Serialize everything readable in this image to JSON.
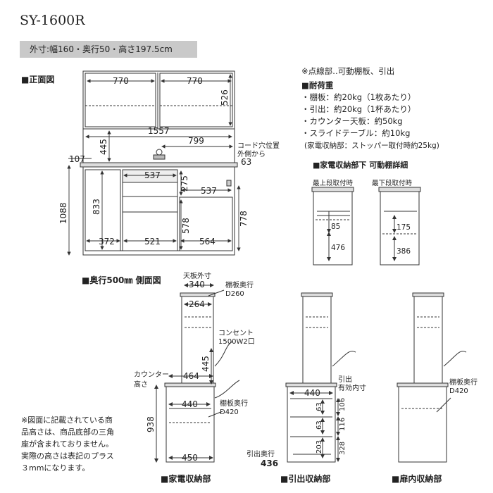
{
  "header": {
    "model": "SY-1600R",
    "dimensions": "外寸:幅160・奥行50・高さ197.5cm"
  },
  "front_view": {
    "title": "■正面図",
    "labels": {
      "w770a": "770",
      "w770b": "770",
      "h526": "526",
      "w1557": "1557",
      "h445": "445",
      "w799": "799",
      "w107": "107",
      "w537a": "537",
      "h275": "275",
      "w537b": "537",
      "h1088": "1088",
      "h833": "833",
      "h578": "578",
      "h778": "778",
      "w372": "372",
      "w521": "521",
      "w564": "564",
      "h63": "63",
      "cord_hole": "コード穴位置",
      "cord_hole2": "外側から"
    }
  },
  "notes": {
    "dotted": "※点線部‥可動棚板、引出",
    "load_title": "■耐荷重",
    "loads": [
      "・棚板：約20kg（1枚あたり）",
      "・引出：約20kg（1杯あたり）",
      "・カウンター天板：約50kg",
      "・スライドテーブル：約10kg"
    ],
    "stopper": "(家電収納部：ストッパー取付時約25kg)"
  },
  "appliance_detail": {
    "title": "■家電収納部下 可動棚詳細",
    "top_label": "最上段取付時",
    "bottom_label": "最下段取付時",
    "v85": "85",
    "v476": "476",
    "v175": "175",
    "v386": "386"
  },
  "side_view": {
    "title": "■奥行500㎜ 側面図",
    "top_outer": "天板外寸",
    "v340": "340",
    "shelf_depth_label": "棚板奥行",
    "d260": "D260",
    "v264": "264",
    "outlet": "コンセント",
    "outlet2": "1500W2口",
    "v445": "445",
    "counter": "カウンター",
    "counter2": "高さ",
    "v464": "464",
    "v938": "938",
    "v440": "440",
    "shelf_depth2": "棚板奥行",
    "d420": "D420",
    "v450": "450",
    "caption1": "■家電収納部"
  },
  "drawer_view": {
    "v440": "440",
    "drawer_inner": "引出",
    "drawer_inner2": "有効内寸",
    "v63a": "63",
    "v63b": "63",
    "v203": "203",
    "v106": "106",
    "v116": "116",
    "v328": "328",
    "drawer_depth": "引出奥行",
    "v436": "436",
    "caption": "■引出収納部"
  },
  "door_view": {
    "shelf_depth": "棚板奥行",
    "d420": "D420",
    "caption": "■扉内収納部"
  },
  "footnote": [
    "※図面に記載されている商",
    "品高さは、商品底部の三角",
    "座が含まれておりません。",
    "実際の高さは表記のプラス",
    "３mmになります。"
  ]
}
